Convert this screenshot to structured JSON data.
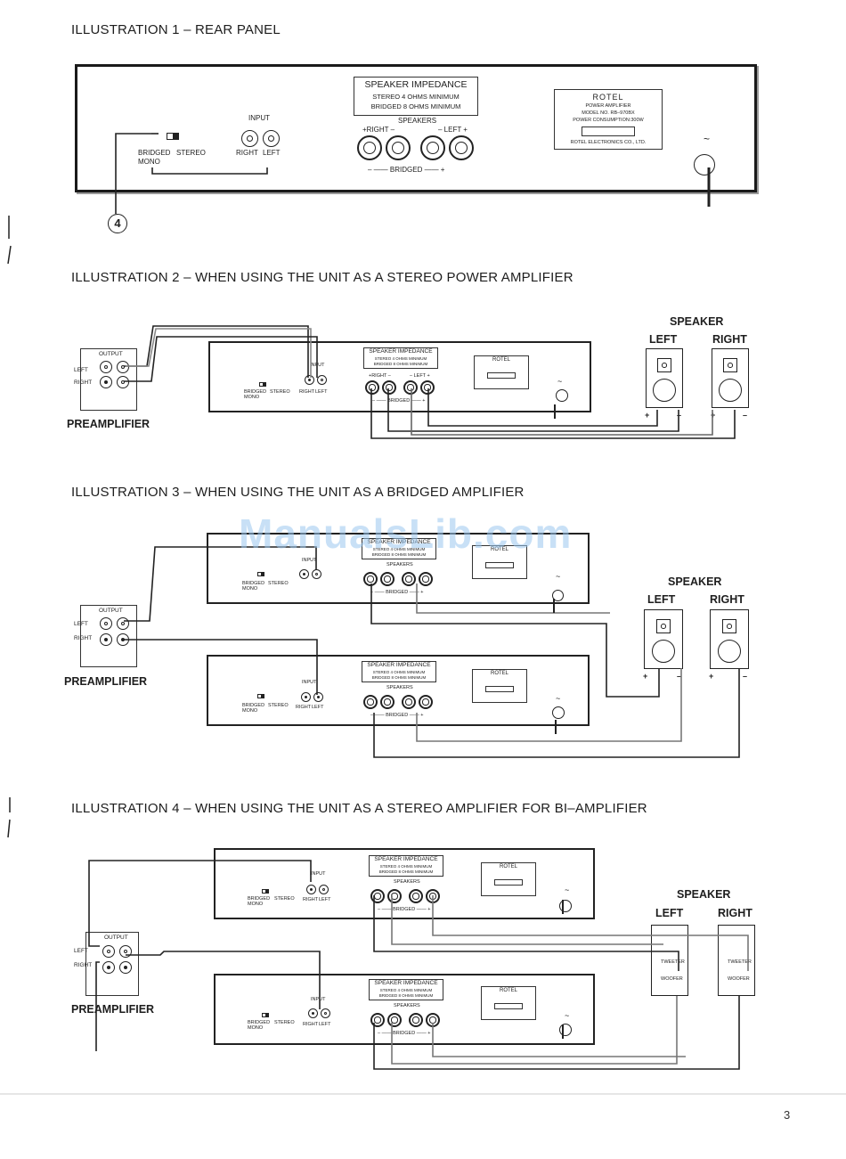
{
  "headings": {
    "ill1": "ILLUSTRATION 1 – REAR PANEL",
    "ill2": "ILLUSTRATION 2 – WHEN USING THE UNIT AS A STEREO POWER AMPLIFIER",
    "ill3": "ILLUSTRATION 3 – WHEN USING THE UNIT AS A BRIDGED AMPLIFIER",
    "ill4": "ILLUSTRATION 4 – WHEN USING THE UNIT AS A STEREO AMPLIFIER FOR BI–AMPLIFIER"
  },
  "panel": {
    "impedance_title": "SPEAKER IMPEDANCE",
    "impedance_stereo": "STEREO   4 OHMS MINIMUM",
    "impedance_bridged": "BRIDGED 8 OHMS MINIMUM",
    "speakers": "SPEAKERS",
    "right_plus": "+RIGHT –",
    "left_plus": "– LEFT +",
    "bridged": "– —— BRIDGED —— +",
    "input": "INPUT",
    "right": "RIGHT",
    "left": "LEFT",
    "bridged_mono": "BRIDGED\nMONO",
    "stereo": "STEREO",
    "brand": "ROTEL",
    "plate_line1": "POWER AMPLIFIER",
    "plate_line2": "MODEL NO.  RB–970BX",
    "plate_line3": "POWER CONSUMPTION:300W",
    "plate_line4": "ROTEL ELECTRONICS CO., LTD.",
    "ac": "~",
    "callout": "4"
  },
  "preamp": {
    "label": "PREAMPLIFIER",
    "output": "OUTPUT",
    "left": "LEFT",
    "right": "RIGHT"
  },
  "speakers": {
    "label": "SPEAKER",
    "left": "LEFT",
    "right": "RIGHT",
    "plus": "+",
    "minus": "–",
    "tweeter": "TWEETER",
    "woofer": "WOOFER"
  },
  "watermark": "ManualsLib.com",
  "page_number": "3"
}
